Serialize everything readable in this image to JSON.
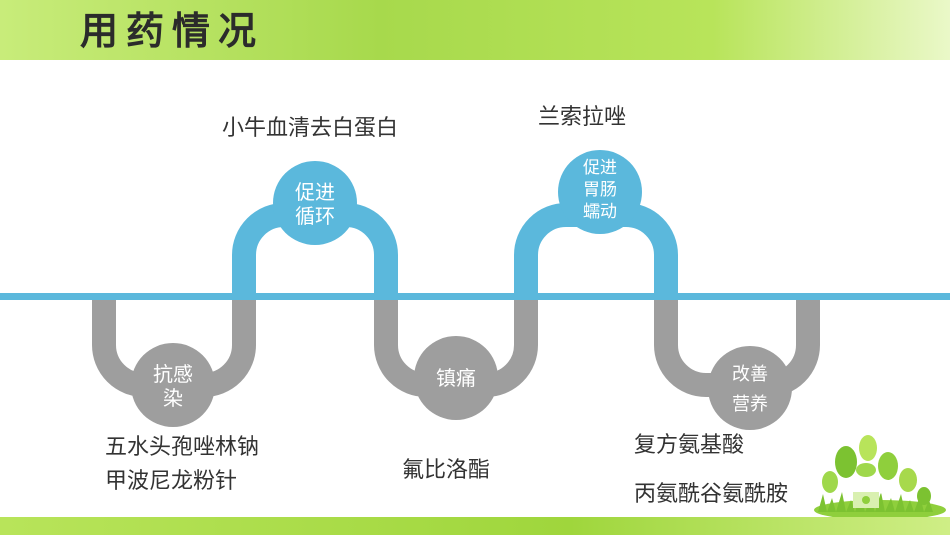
{
  "page_title": "用药情况",
  "nodes": {
    "anti_infection": {
      "lines": [
        "抗感",
        "染"
      ],
      "drugs": [
        "五水头孢唑林钠",
        "甲波尼龙粉针"
      ]
    },
    "circulation": {
      "lines": [
        "促进",
        "循环"
      ],
      "drugs": [
        "小牛血清去白蛋白"
      ]
    },
    "analgesia": {
      "lines": [
        "镇痛"
      ],
      "drugs": [
        "氟比洛酯"
      ]
    },
    "peristalsis": {
      "lines": [
        "促进",
        "胃肠",
        "蠕动"
      ],
      "drugs": [
        "兰索拉唑"
      ]
    },
    "nutrition": {
      "lines": [
        "改善",
        "营养"
      ],
      "drugs": [
        "复方氨基酸",
        "丙氨酰谷氨酰胺"
      ]
    }
  },
  "colors": {
    "blue": "#5bb8dc",
    "gray": "#9e9e9e",
    "green": "#a7d94c"
  }
}
